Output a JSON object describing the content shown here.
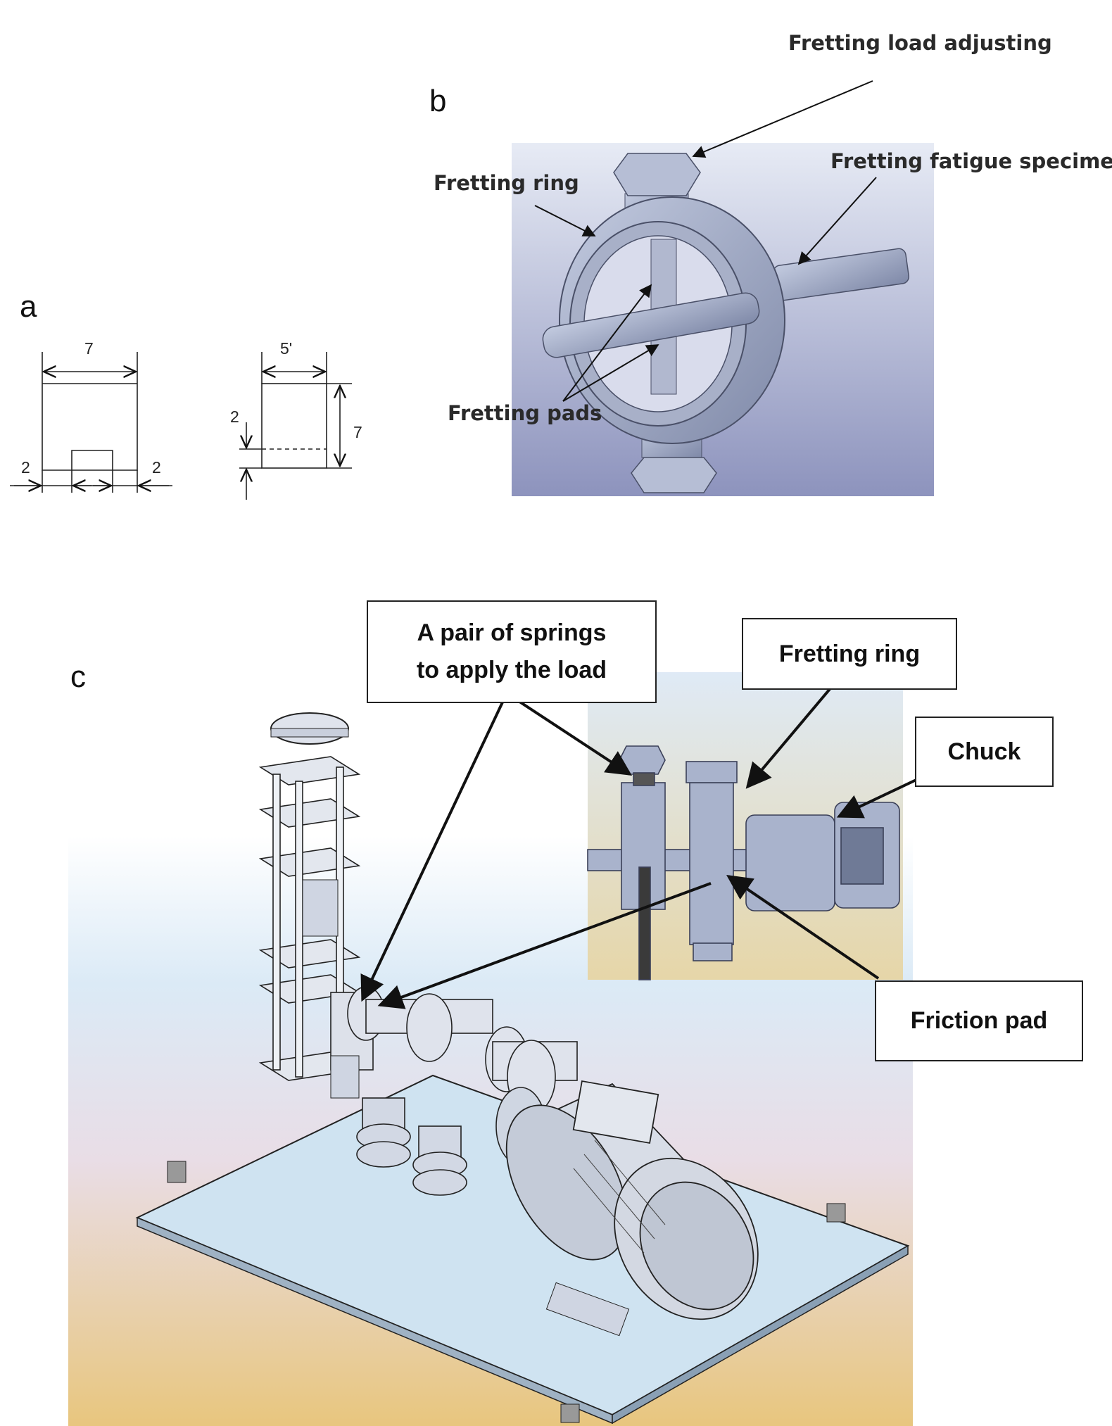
{
  "panels": {
    "a": "a",
    "b": "b",
    "c": "c"
  },
  "panel_a": {
    "left_width": "7",
    "left_side_left": "2",
    "left_side_right": "2",
    "right_width": "5'",
    "right_depth": "2",
    "right_height": "7"
  },
  "panel_b": {
    "load_adjusting": "Fretting load adjusting",
    "specimen": "Fretting fatigue specimen",
    "ring": "Fretting ring",
    "pads": "Fretting pads"
  },
  "panel_c": {
    "springs_line1": "A pair of springs",
    "springs_line2": "to apply the load",
    "ring": "Fretting ring",
    "chuck": "Chuck",
    "friction_pad": "Friction pad"
  },
  "colors": {
    "metal": "#a9b3cc",
    "metal_dark": "#6f7a96",
    "base": "#cfe3f1",
    "line": "#222222"
  }
}
